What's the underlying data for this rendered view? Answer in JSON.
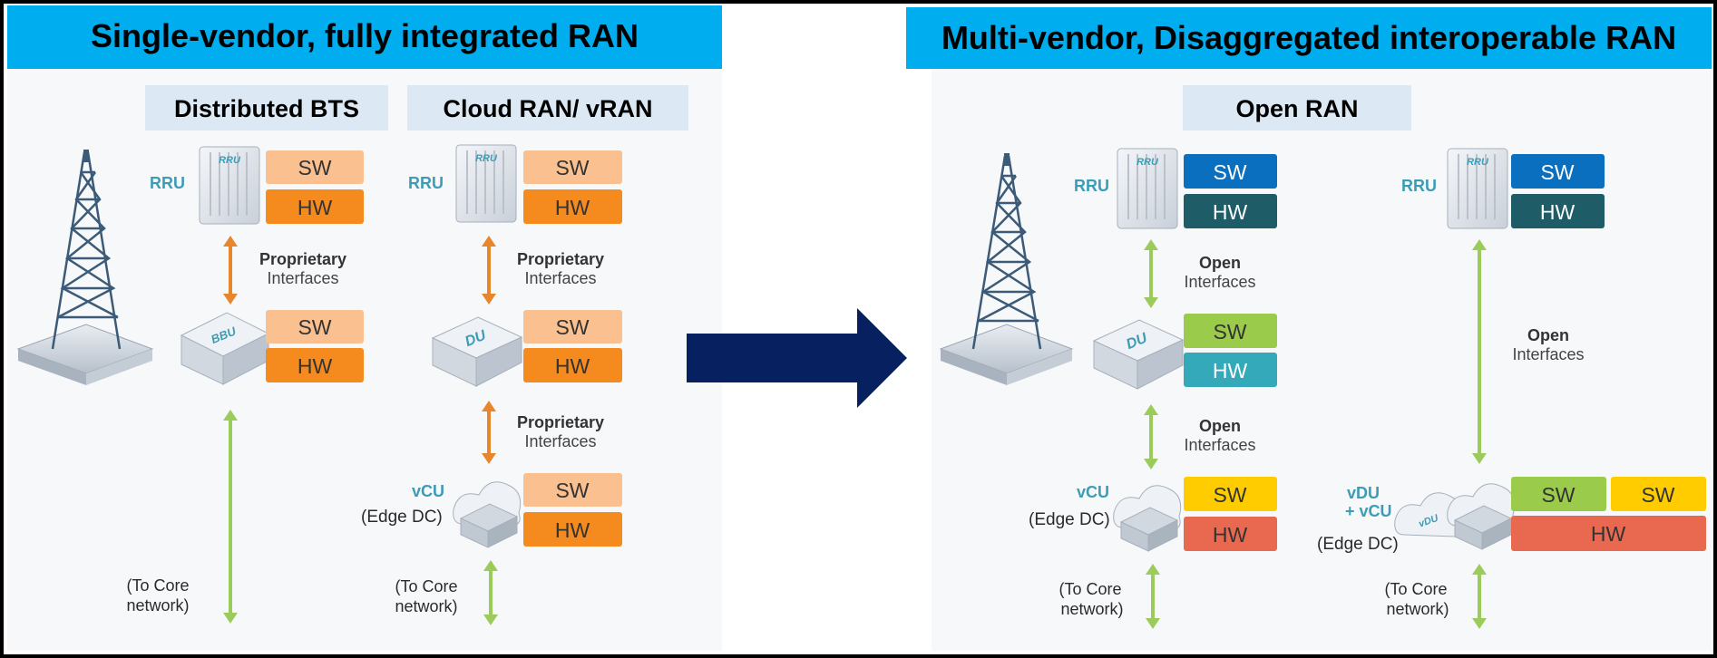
{
  "left_header": "Single-vendor, fully integrated RAN",
  "right_header": "Multi-vendor, Disaggregated interoperable RAN",
  "subtitles": {
    "distributed_bts": "Distributed BTS",
    "cloud_ran": "Cloud RAN/  vRAN",
    "open_ran": "Open RAN"
  },
  "labels": {
    "sw": "SW",
    "hw": "HW",
    "rru": "RRU",
    "vcu": "vCU",
    "edge_dc": "(Edge DC)",
    "vdu": "vDU",
    "plus_vcu": "+ vCU",
    "to_core_1": "(To Core",
    "to_core_2": "network)",
    "proprietary": "Proprietary",
    "open": "Open",
    "interfaces": "Interfaces"
  },
  "icons": {
    "rru": "RRU",
    "bbu": "BBU",
    "du": "DU",
    "vdu": "vDU"
  },
  "colors": {
    "header_bg": "#00AEEF",
    "subtitle_bg": "#DCE9F5",
    "panel_bg": "#F7F8FA",
    "arrow_navy": "#062060",
    "orange_light": "#FAC08F",
    "orange": "#F58A1F",
    "blue": "#0B6FC0",
    "dark_teal": "#1E5D68",
    "lime": "#9BCB4A",
    "teal": "#33A9BA",
    "yellow": "#FFCC00",
    "salmon": "#E8694F",
    "green_arrow": "#9BCB5A",
    "orange_arrow": "#E8862E",
    "label_teal": "#3D9CB5"
  }
}
